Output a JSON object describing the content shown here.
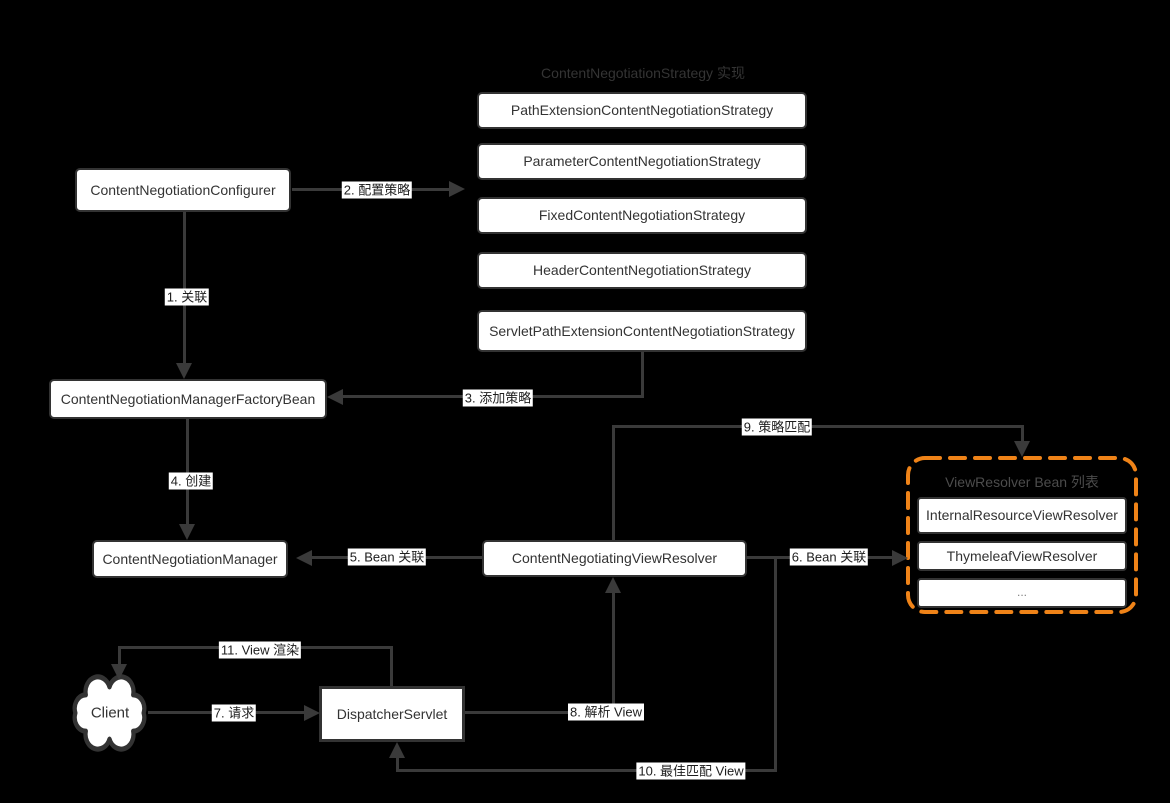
{
  "diagram": {
    "title": "ContentNegotiationStrategy 实现",
    "strategies": [
      "PathExtensionContentNegotiationStrategy",
      "ParameterContentNegotiationStrategy",
      "FixedContentNegotiationStrategy",
      "HeaderContentNegotiationStrategy",
      "ServletPathExtensionContentNegotiationStrategy"
    ],
    "nodes": {
      "configurer": "ContentNegotiationConfigurer",
      "factory_bean": "ContentNegotiationManagerFactoryBean",
      "manager": "ContentNegotiationManager",
      "negotiating_view_resolver": "ContentNegotiatingViewResolver",
      "dispatcher_servlet": "DispatcherServlet",
      "client": "Client"
    },
    "view_resolver_group": {
      "title": "ViewResolver Bean 列表",
      "items": [
        "InternalResourceViewResolver",
        "ThymeleafViewResolver",
        "..."
      ]
    },
    "edges": {
      "e1": "1. 关联",
      "e2": "2. 配置策略",
      "e3": "3. 添加策略",
      "e4": "4. 创建",
      "e5": "5. Bean 关联",
      "e6": "6. Bean 关联",
      "e7": "7. 请求",
      "e8": "8. 解析 View",
      "e9": "9. 策略匹配",
      "e10": "10. 最佳匹配 View",
      "e11": "11. View 渲染"
    },
    "colors": {
      "background": "#000000",
      "line": "#3a3a3a",
      "box_border": "#333333",
      "box_fill": "#ffffff",
      "accent_orange": "#ef8318"
    }
  }
}
